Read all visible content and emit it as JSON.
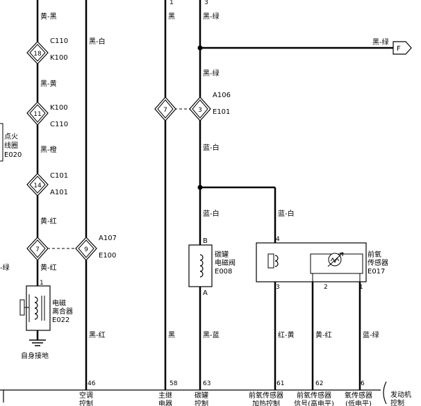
{
  "wire_labels": {
    "w_black_green_top": "黑-绿",
    "w_black_green_branch": "黑-绿",
    "w_black_green_mid": "黑-绿",
    "w_black_black": "黄-黑",
    "w_black_white": "黑-白",
    "w_black_yellow": "黑-黄",
    "w_black_orange": "黑-橙",
    "w_yellow_red_a": "黄-红",
    "w_yellow_red_b": "黄-红",
    "w_black_top": "黑",
    "w_blue_white_a": "蓝-白",
    "w_blue_white_b": "蓝-白",
    "w_blue_white_c": "蓝-白",
    "w_black_red": "黑-红",
    "w_black_bottom": "黑",
    "w_black_blue": "黑-蓝",
    "w_red_yellow": "红-黄",
    "w_yellow_red_c": "黄-红",
    "w_blue_green": "蓝-绿",
    "w_green_left": "-绿"
  },
  "connectors": {
    "c110_top": "C110",
    "k100_top": "K100",
    "k100_mid": "K100",
    "c110_mid": "C110",
    "c101": "C101",
    "a101": "A101",
    "a107": "A107",
    "e100": "E100",
    "a106": "A106",
    "e101": "E101"
  },
  "diamond_numbers": {
    "d18": "18",
    "d11": "11",
    "d14": "14",
    "d7_left": "7",
    "d9": "9",
    "d7_mid": "7",
    "d3": "3"
  },
  "top_pins": {
    "p1": "1",
    "p3": "3"
  },
  "arrow_label": "F",
  "ignition": {
    "line1": "点火",
    "line2": "线圈",
    "code": "E020"
  },
  "clutch": {
    "pin": "1",
    "line1": "电磁",
    "line2": "离合器",
    "code": "E022"
  },
  "ground_label": "自身接地",
  "canister": {
    "pin_top": "B",
    "pin_bottom": "A",
    "line1": "碳罐",
    "line2": "电磁阀",
    "code": "E008"
  },
  "o2": {
    "pin_heat_top": "4",
    "pin_heat_bottom": "3",
    "pin2": "2",
    "pin1": "1",
    "line1": "前氧",
    "line2": "传感器",
    "code": "E017"
  },
  "pin_numbers": {
    "p46": "46",
    "p58": "58",
    "p63": "63",
    "p61": "61",
    "p62": "62",
    "p6": "6"
  },
  "bottom_labels": {
    "ac_1": "空调",
    "ac_2": "控制",
    "main_1": "主继",
    "main_2": "电器",
    "can_1": "碳罐",
    "can_2": "控制",
    "o2heat_1": "前氧传感器",
    "o2heat_2": "加热控制",
    "o2sig_1": "前氧传感器",
    "o2sig_2": "信号(高电平)",
    "o2low_1": "氧传感器",
    "o2low_2": "(低电平)",
    "ecu_1": "发动机",
    "ecu_2": "控制"
  }
}
